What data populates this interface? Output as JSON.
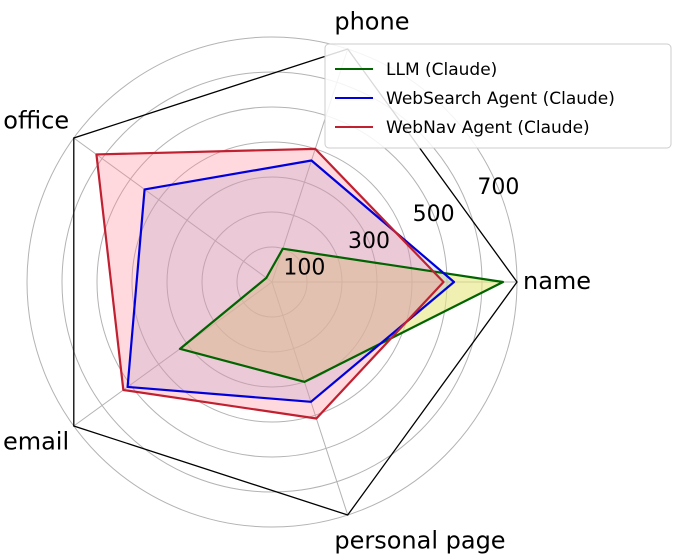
{
  "chart_data": {
    "type": "radar",
    "axes": [
      "name",
      "phone",
      "office",
      "email",
      "personal page"
    ],
    "rlim": [
      0,
      700
    ],
    "rticks": [
      100,
      300,
      500,
      700
    ],
    "grid": true,
    "legend_position": "top-right",
    "series": [
      {
        "name": "LLM (Claude)",
        "values": [
          660,
          100,
          20,
          325,
          300
        ],
        "color": "#006400",
        "fill": "#e6e680",
        "fill_opacity": 0.6
      },
      {
        "name": "WebSearch Agent (Claude)",
        "values": [
          520,
          365,
          450,
          510,
          360
        ],
        "color": "#0000dd",
        "fill": "#9fb4e0",
        "fill_opacity": 0.3
      },
      {
        "name": "WebNav Agent (Claude)",
        "values": [
          490,
          400,
          620,
          525,
          410
        ],
        "color": "#c02030",
        "fill": "#ff8090",
        "fill_opacity": 0.3
      }
    ]
  }
}
